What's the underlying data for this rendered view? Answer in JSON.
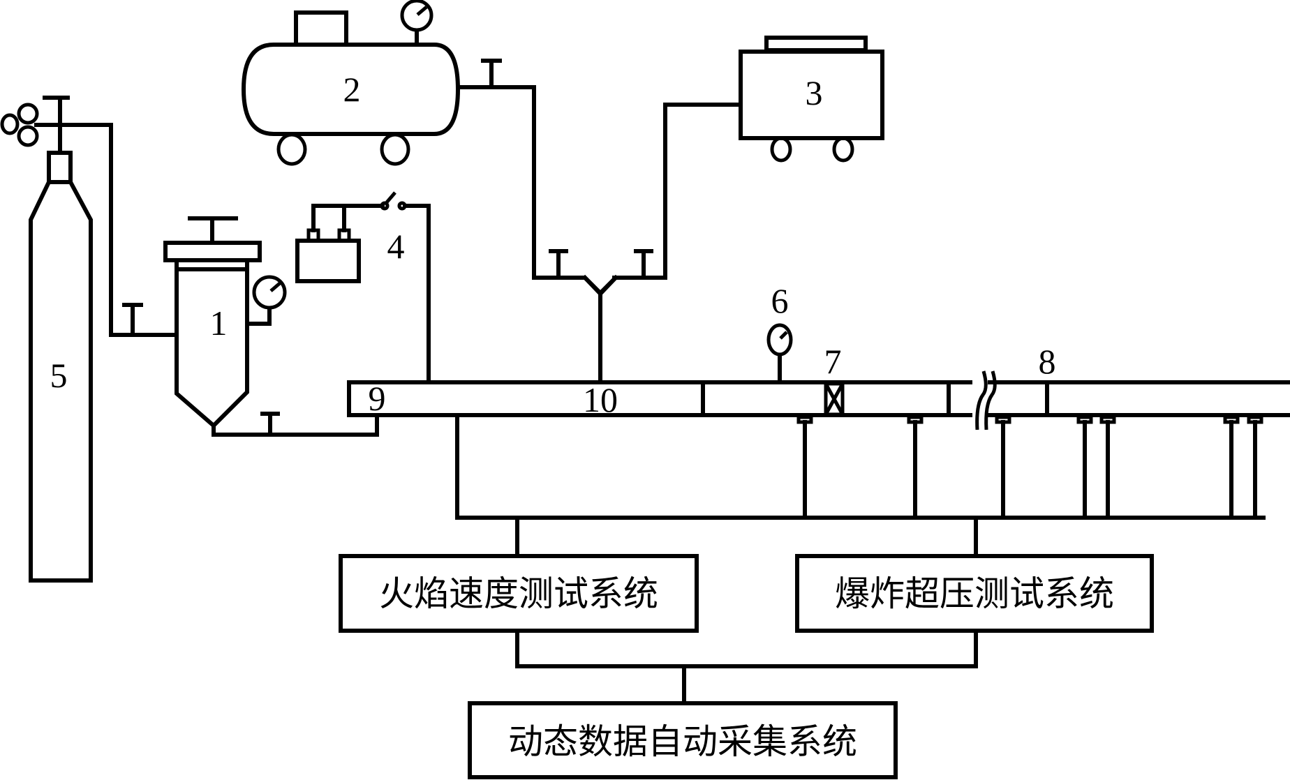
{
  "diagram": {
    "type": "experimental-apparatus-schematic",
    "labels": {
      "premix_tank": "1",
      "air_compressor": "2",
      "vacuum_pump": "3",
      "ignition_power": "4",
      "gas_cylinder": "5",
      "pressure_gauge": "6",
      "valve": "7",
      "pipe_section": "8",
      "igniter": "9",
      "main_pipe": "10"
    },
    "systems": {
      "flame_speed": "火焰速度测试系统",
      "overpressure": "爆炸超压测试系统",
      "daq": "动态数据自动采集系统"
    },
    "sensor_count": 8,
    "colors": {
      "stroke": "#000000",
      "background": "#ffffff"
    }
  }
}
